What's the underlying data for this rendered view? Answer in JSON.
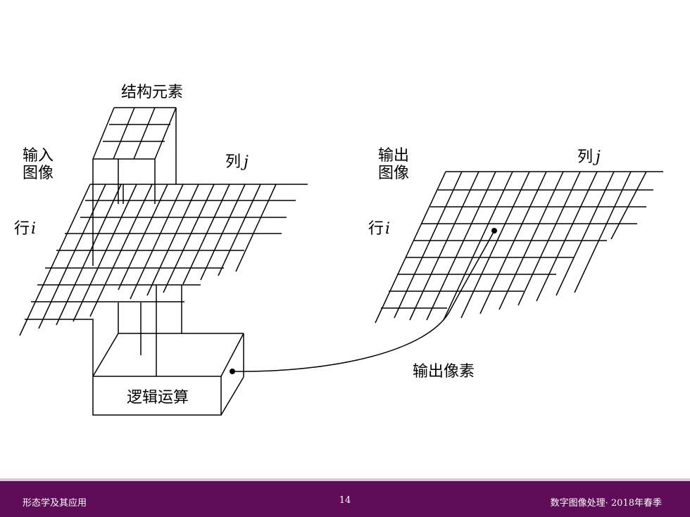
{
  "labels": {
    "structuring_element": "结构元素",
    "input_image_line1": "输入",
    "input_image_line2": "图像",
    "input_col_prefix": "列",
    "input_col_var": "j",
    "input_row_prefix": "行",
    "input_row_var": "i",
    "output_image_line1": "输出",
    "output_image_line2": "图像",
    "output_col_prefix": "列",
    "output_col_var": "j",
    "output_row_prefix": "行",
    "output_row_var": "i",
    "logic_operation": "逻辑运算",
    "output_pixel": "输出像素"
  },
  "footer": {
    "left": "形态学及其应用",
    "page_number": "14",
    "right": "数字图像处理· 2018年春季"
  },
  "colors": {
    "footer_bg": "#5e0c57",
    "footer_border": "#d9c7dd",
    "line": "#000000"
  }
}
